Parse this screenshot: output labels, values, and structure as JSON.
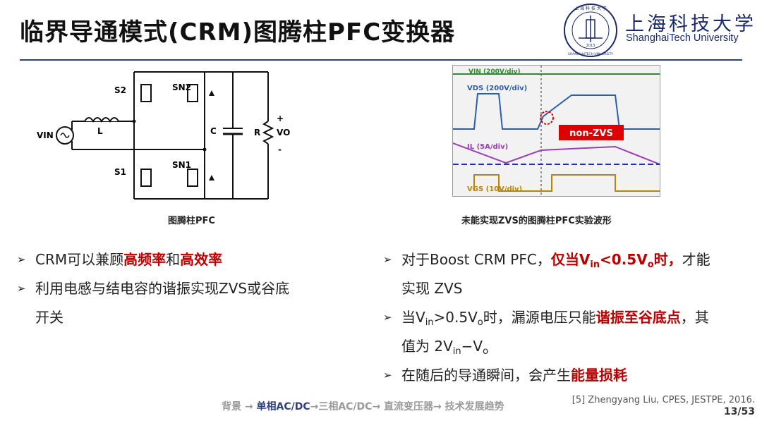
{
  "title": "临界导通模式(CRM)图腾柱PFC变换器",
  "university": {
    "cn": "上海科技大学",
    "en": "ShanghaiTech University",
    "seal_text": "上海科技大学 SHANGHAITECH UNIVERSITY 2013"
  },
  "circuit": {
    "caption": "图腾柱PFC",
    "labels": {
      "s2": "S2",
      "s1": "S1",
      "sn2": "SN2",
      "sn1": "SN1",
      "l": "L",
      "c": "C",
      "r": "R",
      "vin": "VIN",
      "vo": "VO",
      "plus": "+",
      "minus": "-"
    }
  },
  "scope": {
    "caption": "未能实现ZVS的图腾柱PFC实验波形",
    "labels": {
      "vin": "VIN (200V/div)",
      "vds": "VDS (200V/div)",
      "il": "IL (5A/div)",
      "vgs": "VGS (10V/div)",
      "nonzvs": "non-ZVS"
    }
  },
  "left_bullets": {
    "b1_pre": "CRM可以兼顾",
    "b1_red1": "高频率",
    "b1_mid": "和",
    "b1_red2": "高效率",
    "b2_line1": "利用电感与结电容的谐振实现ZVS或谷底",
    "b2_line2": "开关"
  },
  "right_bullets": {
    "b1_pre": "对于Boost CRM PFC，",
    "b1_red_a": "仅当V",
    "b1_red_sub1": "in",
    "b1_red_b": "<0.5V",
    "b1_red_sub2": "o",
    "b1_red_c": "时，",
    "b1_post": "才能",
    "b1_line2": "实现 ZVS",
    "b2_a": "当V",
    "b2_sub1": "in",
    "b2_b": ">0.5V",
    "b2_sub2": "o",
    "b2_c": "时，漏源电压只能",
    "b2_red": "谐振至谷底点",
    "b2_d": "，其",
    "b2_line2_a": "值为 2V",
    "b2_line2_sub1": "in",
    "b2_line2_b": "−V",
    "b2_line2_sub2": "o",
    "b3_pre": "在随后的导通瞬间，会产生",
    "b3_red": "能量损耗"
  },
  "footer": {
    "nav_1": "背景 → ",
    "nav_active": "单相AC/DC",
    "nav_2": "→三相AC/DC→ 直流变压器→ 技术发展趋势",
    "ref": "[5] Zhengyang Liu, CPES, JESTPE, 2016.",
    "page": "13/53"
  }
}
